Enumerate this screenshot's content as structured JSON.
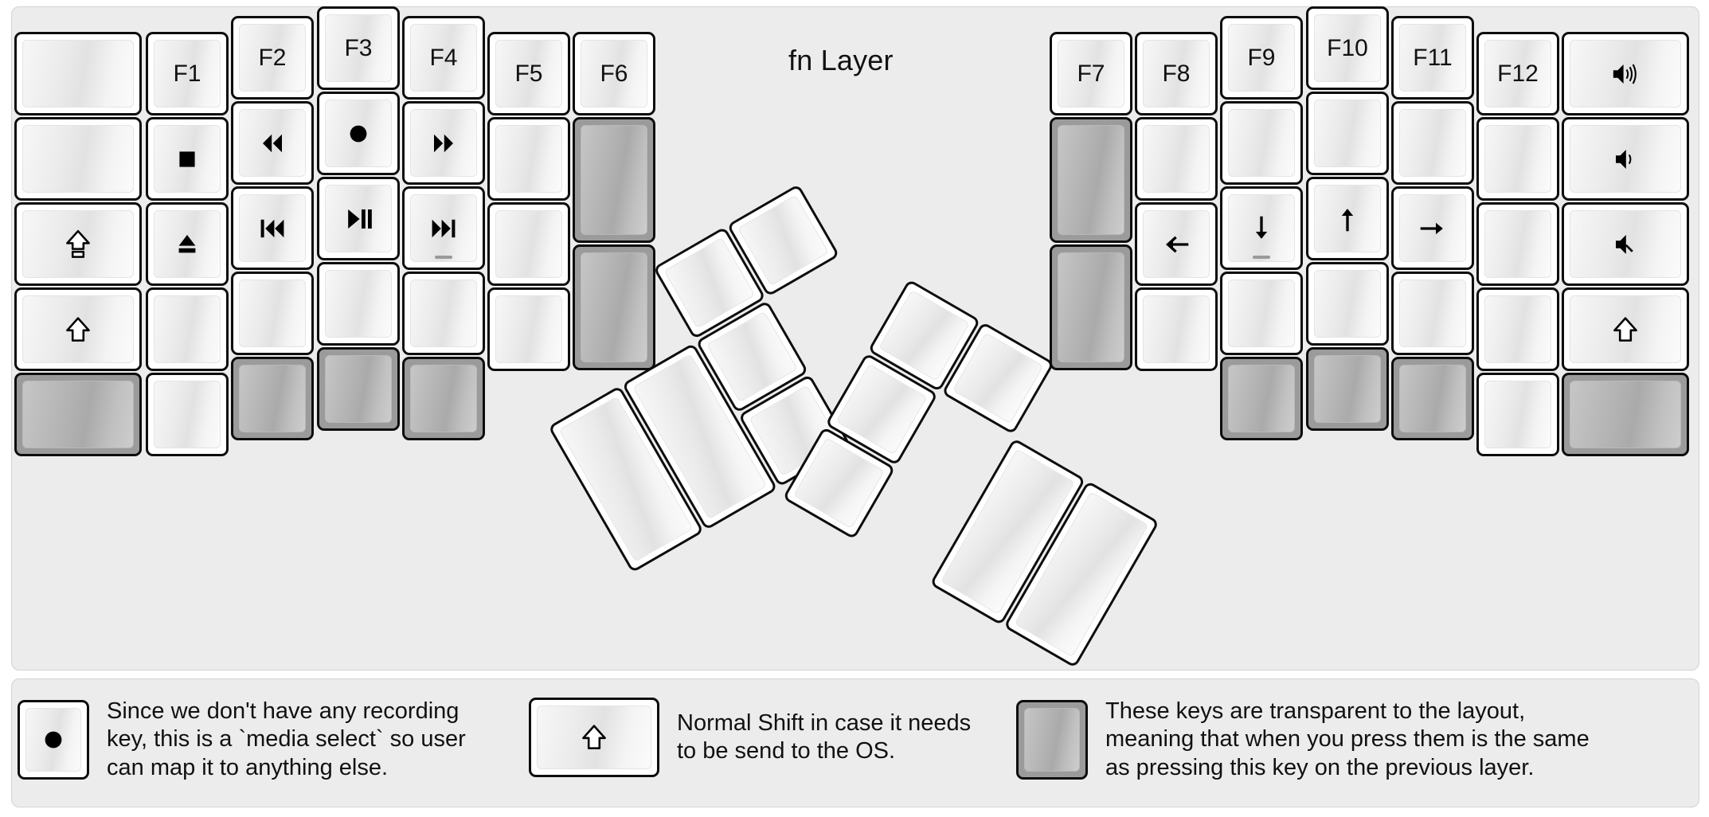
{
  "title": "fn Layer",
  "colors": {
    "background": "#ececec",
    "key_face": "#ffffff",
    "key_border": "#0d0d0d",
    "transparent_key": "#9b9b9b",
    "text": "#111111"
  },
  "left_half": {
    "columns": [
      {
        "name": "col-outer",
        "keys": [
          {
            "id": "L-c1-r1",
            "label": "",
            "icon": "",
            "type": "normal"
          },
          {
            "id": "L-c1-r2",
            "label": "",
            "icon": "",
            "type": "normal"
          },
          {
            "id": "L-c1-r3",
            "label": "",
            "icon": "caps-lock-icon",
            "type": "normal"
          },
          {
            "id": "L-c1-r4",
            "label": "",
            "icon": "shift-icon",
            "type": "normal"
          },
          {
            "id": "L-c1-r5",
            "label": "",
            "icon": "",
            "type": "transparent"
          }
        ]
      },
      {
        "name": "col-pinky",
        "keys": [
          {
            "id": "L-c2-r1",
            "label": "F1",
            "icon": "",
            "type": "normal"
          },
          {
            "id": "L-c2-r2",
            "label": "",
            "icon": "media-stop-icon",
            "type": "normal"
          },
          {
            "id": "L-c2-r3",
            "label": "",
            "icon": "media-eject-icon",
            "type": "normal"
          },
          {
            "id": "L-c2-r4",
            "label": "",
            "icon": "",
            "type": "normal"
          },
          {
            "id": "L-c2-r5",
            "label": "",
            "icon": "",
            "type": "normal"
          }
        ]
      },
      {
        "name": "col-ring",
        "keys": [
          {
            "id": "L-c3-r1",
            "label": "F2",
            "icon": "",
            "type": "normal"
          },
          {
            "id": "L-c3-r2",
            "label": "",
            "icon": "media-rewind-icon",
            "type": "normal"
          },
          {
            "id": "L-c3-r3",
            "label": "",
            "icon": "media-prev-track-icon",
            "type": "normal"
          },
          {
            "id": "L-c3-r4",
            "label": "",
            "icon": "",
            "type": "normal"
          },
          {
            "id": "L-c3-r5",
            "label": "",
            "icon": "",
            "type": "transparent"
          }
        ]
      },
      {
        "name": "col-middle",
        "keys": [
          {
            "id": "L-c4-r1",
            "label": "F3",
            "icon": "",
            "type": "normal"
          },
          {
            "id": "L-c4-r2",
            "label": "",
            "icon": "media-record-icon",
            "type": "normal"
          },
          {
            "id": "L-c4-r3",
            "label": "",
            "icon": "media-play-pause-icon",
            "type": "normal"
          },
          {
            "id": "L-c4-r4",
            "label": "",
            "icon": "",
            "type": "normal"
          },
          {
            "id": "L-c4-r5",
            "label": "",
            "icon": "",
            "type": "transparent"
          }
        ]
      },
      {
        "name": "col-index",
        "keys": [
          {
            "id": "L-c5-r1",
            "label": "F4",
            "icon": "",
            "type": "normal"
          },
          {
            "id": "L-c5-r2",
            "label": "",
            "icon": "media-fast-forward-icon",
            "type": "normal"
          },
          {
            "id": "L-c5-r3",
            "label": "",
            "icon": "media-next-track-icon",
            "type": "normal",
            "homing": true
          },
          {
            "id": "L-c5-r4",
            "label": "",
            "icon": "",
            "type": "normal"
          },
          {
            "id": "L-c5-r5",
            "label": "",
            "icon": "",
            "type": "transparent"
          }
        ]
      },
      {
        "name": "col-inner",
        "keys": [
          {
            "id": "L-c6-r1",
            "label": "F5",
            "icon": "",
            "type": "normal"
          },
          {
            "id": "L-c6-r2",
            "label": "",
            "icon": "",
            "type": "normal"
          },
          {
            "id": "L-c6-r3",
            "label": "",
            "icon": "",
            "type": "normal"
          },
          {
            "id": "L-c6-r4",
            "label": "",
            "icon": "",
            "type": "normal"
          }
        ]
      },
      {
        "name": "col-innermost",
        "keys": [
          {
            "id": "L-c7-r1",
            "label": "F6",
            "icon": "",
            "type": "normal"
          },
          {
            "id": "L-c7-r2",
            "label": "",
            "icon": "",
            "type": "transparent"
          },
          {
            "id": "L-c7-r3",
            "label": "",
            "icon": "",
            "type": "transparent"
          }
        ]
      }
    ]
  },
  "right_half": {
    "columns": [
      {
        "name": "col-innermost",
        "keys": [
          {
            "id": "R-c1-r1",
            "label": "F7",
            "icon": "",
            "type": "normal"
          },
          {
            "id": "R-c1-r2",
            "label": "",
            "icon": "",
            "type": "transparent"
          },
          {
            "id": "R-c1-r3",
            "label": "",
            "icon": "",
            "type": "transparent"
          }
        ]
      },
      {
        "name": "col-inner",
        "keys": [
          {
            "id": "R-c2-r1",
            "label": "F8",
            "icon": "",
            "type": "normal"
          },
          {
            "id": "R-c2-r2",
            "label": "",
            "icon": "",
            "type": "normal"
          },
          {
            "id": "R-c2-r3",
            "label": "",
            "icon": "arrow-left-icon",
            "type": "normal"
          },
          {
            "id": "R-c2-r4",
            "label": "",
            "icon": "",
            "type": "normal"
          }
        ]
      },
      {
        "name": "col-index",
        "keys": [
          {
            "id": "R-c3-r1",
            "label": "F9",
            "icon": "",
            "type": "normal"
          },
          {
            "id": "R-c3-r2",
            "label": "",
            "icon": "",
            "type": "normal"
          },
          {
            "id": "R-c3-r3",
            "label": "",
            "icon": "arrow-down-icon",
            "type": "normal",
            "homing": true
          },
          {
            "id": "R-c3-r4",
            "label": "",
            "icon": "",
            "type": "normal"
          },
          {
            "id": "R-c3-r5",
            "label": "",
            "icon": "",
            "type": "transparent"
          }
        ]
      },
      {
        "name": "col-middle",
        "keys": [
          {
            "id": "R-c4-r1",
            "label": "F10",
            "icon": "",
            "type": "normal"
          },
          {
            "id": "R-c4-r2",
            "label": "",
            "icon": "",
            "type": "normal"
          },
          {
            "id": "R-c4-r3",
            "label": "",
            "icon": "arrow-up-icon",
            "type": "normal"
          },
          {
            "id": "R-c4-r4",
            "label": "",
            "icon": "",
            "type": "normal"
          },
          {
            "id": "R-c4-r5",
            "label": "",
            "icon": "",
            "type": "transparent"
          }
        ]
      },
      {
        "name": "col-ring",
        "keys": [
          {
            "id": "R-c5-r1",
            "label": "F11",
            "icon": "",
            "type": "normal"
          },
          {
            "id": "R-c5-r2",
            "label": "",
            "icon": "",
            "type": "normal"
          },
          {
            "id": "R-c5-r3",
            "label": "",
            "icon": "arrow-right-icon",
            "type": "normal"
          },
          {
            "id": "R-c5-r4",
            "label": "",
            "icon": "",
            "type": "normal"
          },
          {
            "id": "R-c5-r5",
            "label": "",
            "icon": "",
            "type": "transparent"
          }
        ]
      },
      {
        "name": "col-pinky",
        "keys": [
          {
            "id": "R-c6-r1",
            "label": "F12",
            "icon": "",
            "type": "normal"
          },
          {
            "id": "R-c6-r2",
            "label": "",
            "icon": "",
            "type": "normal"
          },
          {
            "id": "R-c6-r3",
            "label": "",
            "icon": "",
            "type": "normal"
          },
          {
            "id": "R-c6-r4",
            "label": "",
            "icon": "",
            "type": "normal"
          },
          {
            "id": "R-c6-r5",
            "label": "",
            "icon": "",
            "type": "normal"
          }
        ]
      },
      {
        "name": "col-outer",
        "keys": [
          {
            "id": "R-c7-r1",
            "label": "",
            "icon": "volume-up-icon",
            "type": "normal"
          },
          {
            "id": "R-c7-r2",
            "label": "",
            "icon": "volume-down-icon",
            "type": "normal"
          },
          {
            "id": "R-c7-r3",
            "label": "",
            "icon": "volume-mute-icon",
            "type": "normal"
          },
          {
            "id": "R-c7-r4",
            "label": "",
            "icon": "shift-icon",
            "type": "normal"
          },
          {
            "id": "R-c7-r5",
            "label": "",
            "icon": "",
            "type": "transparent"
          }
        ]
      }
    ]
  },
  "left_thumb": {
    "name": "left-thumb-cluster",
    "keys": [
      {
        "id": "LT-1",
        "label": "",
        "icon": "",
        "type": "normal",
        "size": "2u"
      },
      {
        "id": "LT-2",
        "label": "",
        "icon": "",
        "type": "normal",
        "size": "2u"
      },
      {
        "id": "LT-3",
        "label": "",
        "icon": "",
        "type": "normal",
        "size": "1u"
      },
      {
        "id": "LT-4",
        "label": "",
        "icon": "",
        "type": "normal",
        "size": "1u"
      },
      {
        "id": "LT-5",
        "label": "",
        "icon": "",
        "type": "normal",
        "size": "1u"
      },
      {
        "id": "LT-6",
        "label": "",
        "icon": "",
        "type": "normal",
        "size": "1u"
      }
    ]
  },
  "right_thumb": {
    "name": "right-thumb-cluster",
    "keys": [
      {
        "id": "RT-1",
        "label": "",
        "icon": "",
        "type": "normal",
        "size": "2u"
      },
      {
        "id": "RT-2",
        "label": "",
        "icon": "",
        "type": "normal",
        "size": "2u"
      },
      {
        "id": "RT-3",
        "label": "",
        "icon": "",
        "type": "normal",
        "size": "1u"
      },
      {
        "id": "RT-4",
        "label": "",
        "icon": "",
        "type": "normal",
        "size": "1u"
      },
      {
        "id": "RT-5",
        "label": "",
        "icon": "",
        "type": "normal",
        "size": "1u"
      },
      {
        "id": "RT-6",
        "label": "",
        "icon": "",
        "type": "normal",
        "size": "1u"
      }
    ]
  },
  "legend": {
    "items": [
      {
        "key_icon": "media-record-icon",
        "key_type": "normal",
        "text": "Since we don't have any recording\nkey, this is a `media select` so user\ncan map it to anything else."
      },
      {
        "key_icon": "shift-icon",
        "key_type": "normal",
        "text": "Normal Shift in case it needs\nto be send to the OS."
      },
      {
        "key_icon": "",
        "key_type": "transparent",
        "text": "These keys are transparent to the layout,\nmeaning that when you press them is the same\nas pressing this key on the previous layer."
      }
    ]
  }
}
